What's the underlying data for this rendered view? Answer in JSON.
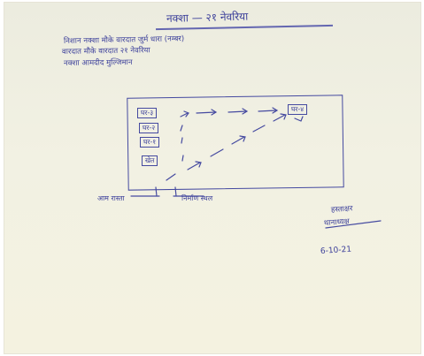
{
  "document": {
    "heading": "नक्शा — २१ नेवरिया",
    "notes": [
      "निशान नक्शा मौके वारदात जुर्म धारा (नम्बर)",
      "वारदात मौके वारदात २१ नेवरिया",
      "नक्शा आमदीद मुल्जिमान"
    ],
    "sketch_labels": {
      "left_tags": [
        "घर-३",
        "घर-२",
        "घर-१",
        "खेत"
      ],
      "right_tag": "घर-४"
    },
    "bottom_labels": {
      "left": "आम रास्ता",
      "middle": "निर्माण स्थल"
    },
    "signature": {
      "name": "हस्ताक्षर",
      "role": "थानाध्यक्ष",
      "date": "6-10-21"
    }
  }
}
